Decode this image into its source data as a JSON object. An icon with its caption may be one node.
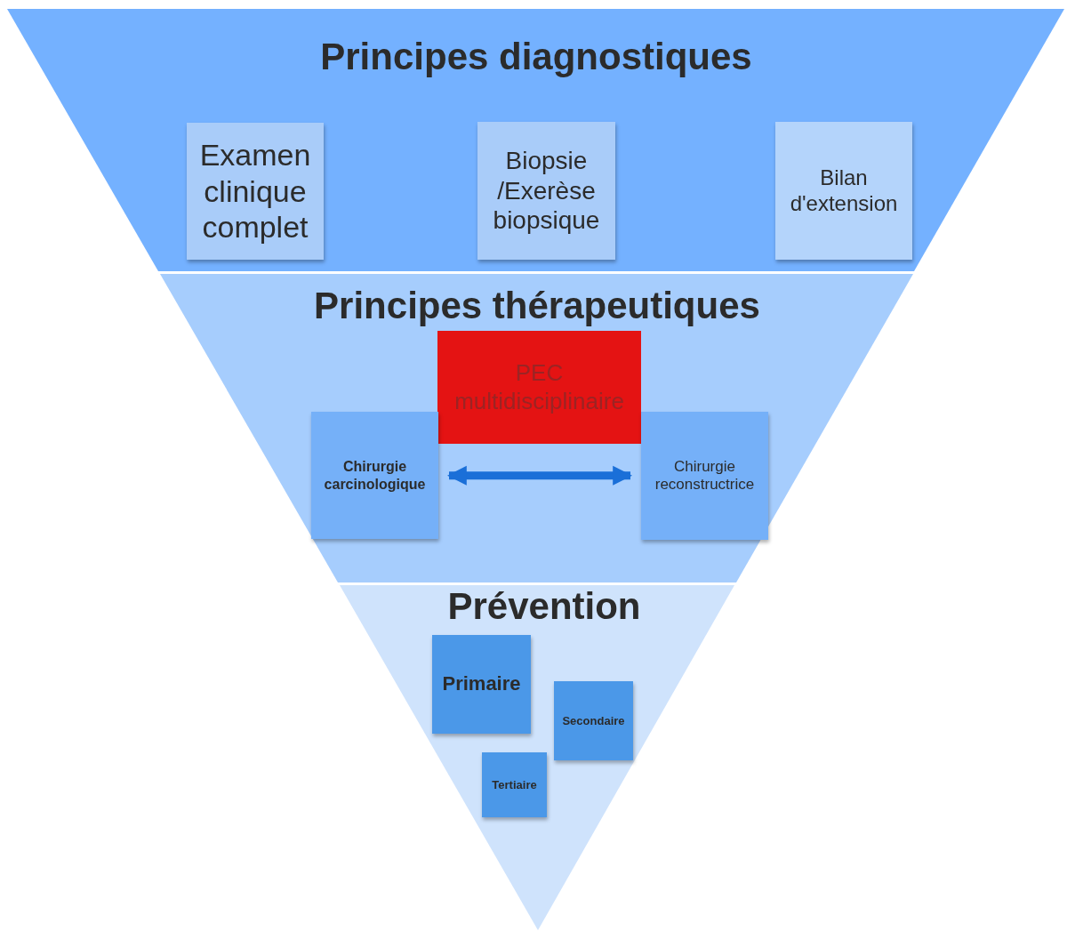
{
  "diagram": {
    "nodes": [
      {
        "text": [
          "Principes diagnostiques"
        ]
      },
      {
        "text": [
          "Examen clinique complet"
        ],
        "in": 0
      },
      {
        "text": [
          "Biopsie /Exerèse biopsique"
        ],
        "in": 0
      },
      {
        "text": [
          "Bilan d'extension"
        ],
        "in": 0
      },
      {
        "text": [
          "Principes thérapeutiques"
        ]
      },
      {
        "text": [
          "PEC multidisciplinaire"
        ],
        "in": 4
      },
      {
        "text": [
          "Chirurgie carcinologique"
        ],
        "in": 4
      },
      {
        "text": [
          "Chirurgie reconstructrice"
        ],
        "in": 4
      },
      {
        "text": [
          "Prévention"
        ]
      },
      {
        "text": [
          "Primaire"
        ],
        "in": 8
      },
      {
        "text": [
          "Secondaire"
        ],
        "in": 8
      },
      {
        "text": [
          "Tertiaire"
        ],
        "in": 8
      }
    ],
    "edges": [
      {
        "from": 6,
        "to": 7,
        "arrow": "both",
        "color": "#1a6fd8"
      }
    ]
  }
}
